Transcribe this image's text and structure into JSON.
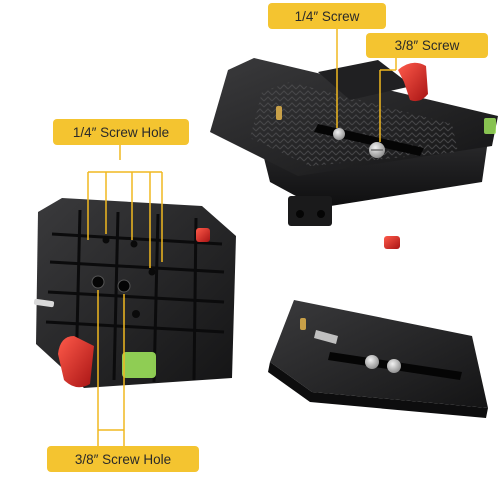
{
  "callouts": {
    "quarter_screw": "1/4″ Screw",
    "three_eighths_screw": "3/8″ Screw",
    "quarter_screw_hole": "1/4″ Screw Hole",
    "three_eighths_screw_hole": "3/8″ Screw Hole"
  },
  "colors": {
    "callout_fill": "#f4c430",
    "leader_line": "#f0b820",
    "body_dark": "#1c1c1e",
    "body_mid": "#2c2c2e",
    "lever_red": "#d42a2a",
    "bubble_level": "#9be05a",
    "brass_pin": "#c8a048",
    "steel": "#b8b8b8"
  }
}
